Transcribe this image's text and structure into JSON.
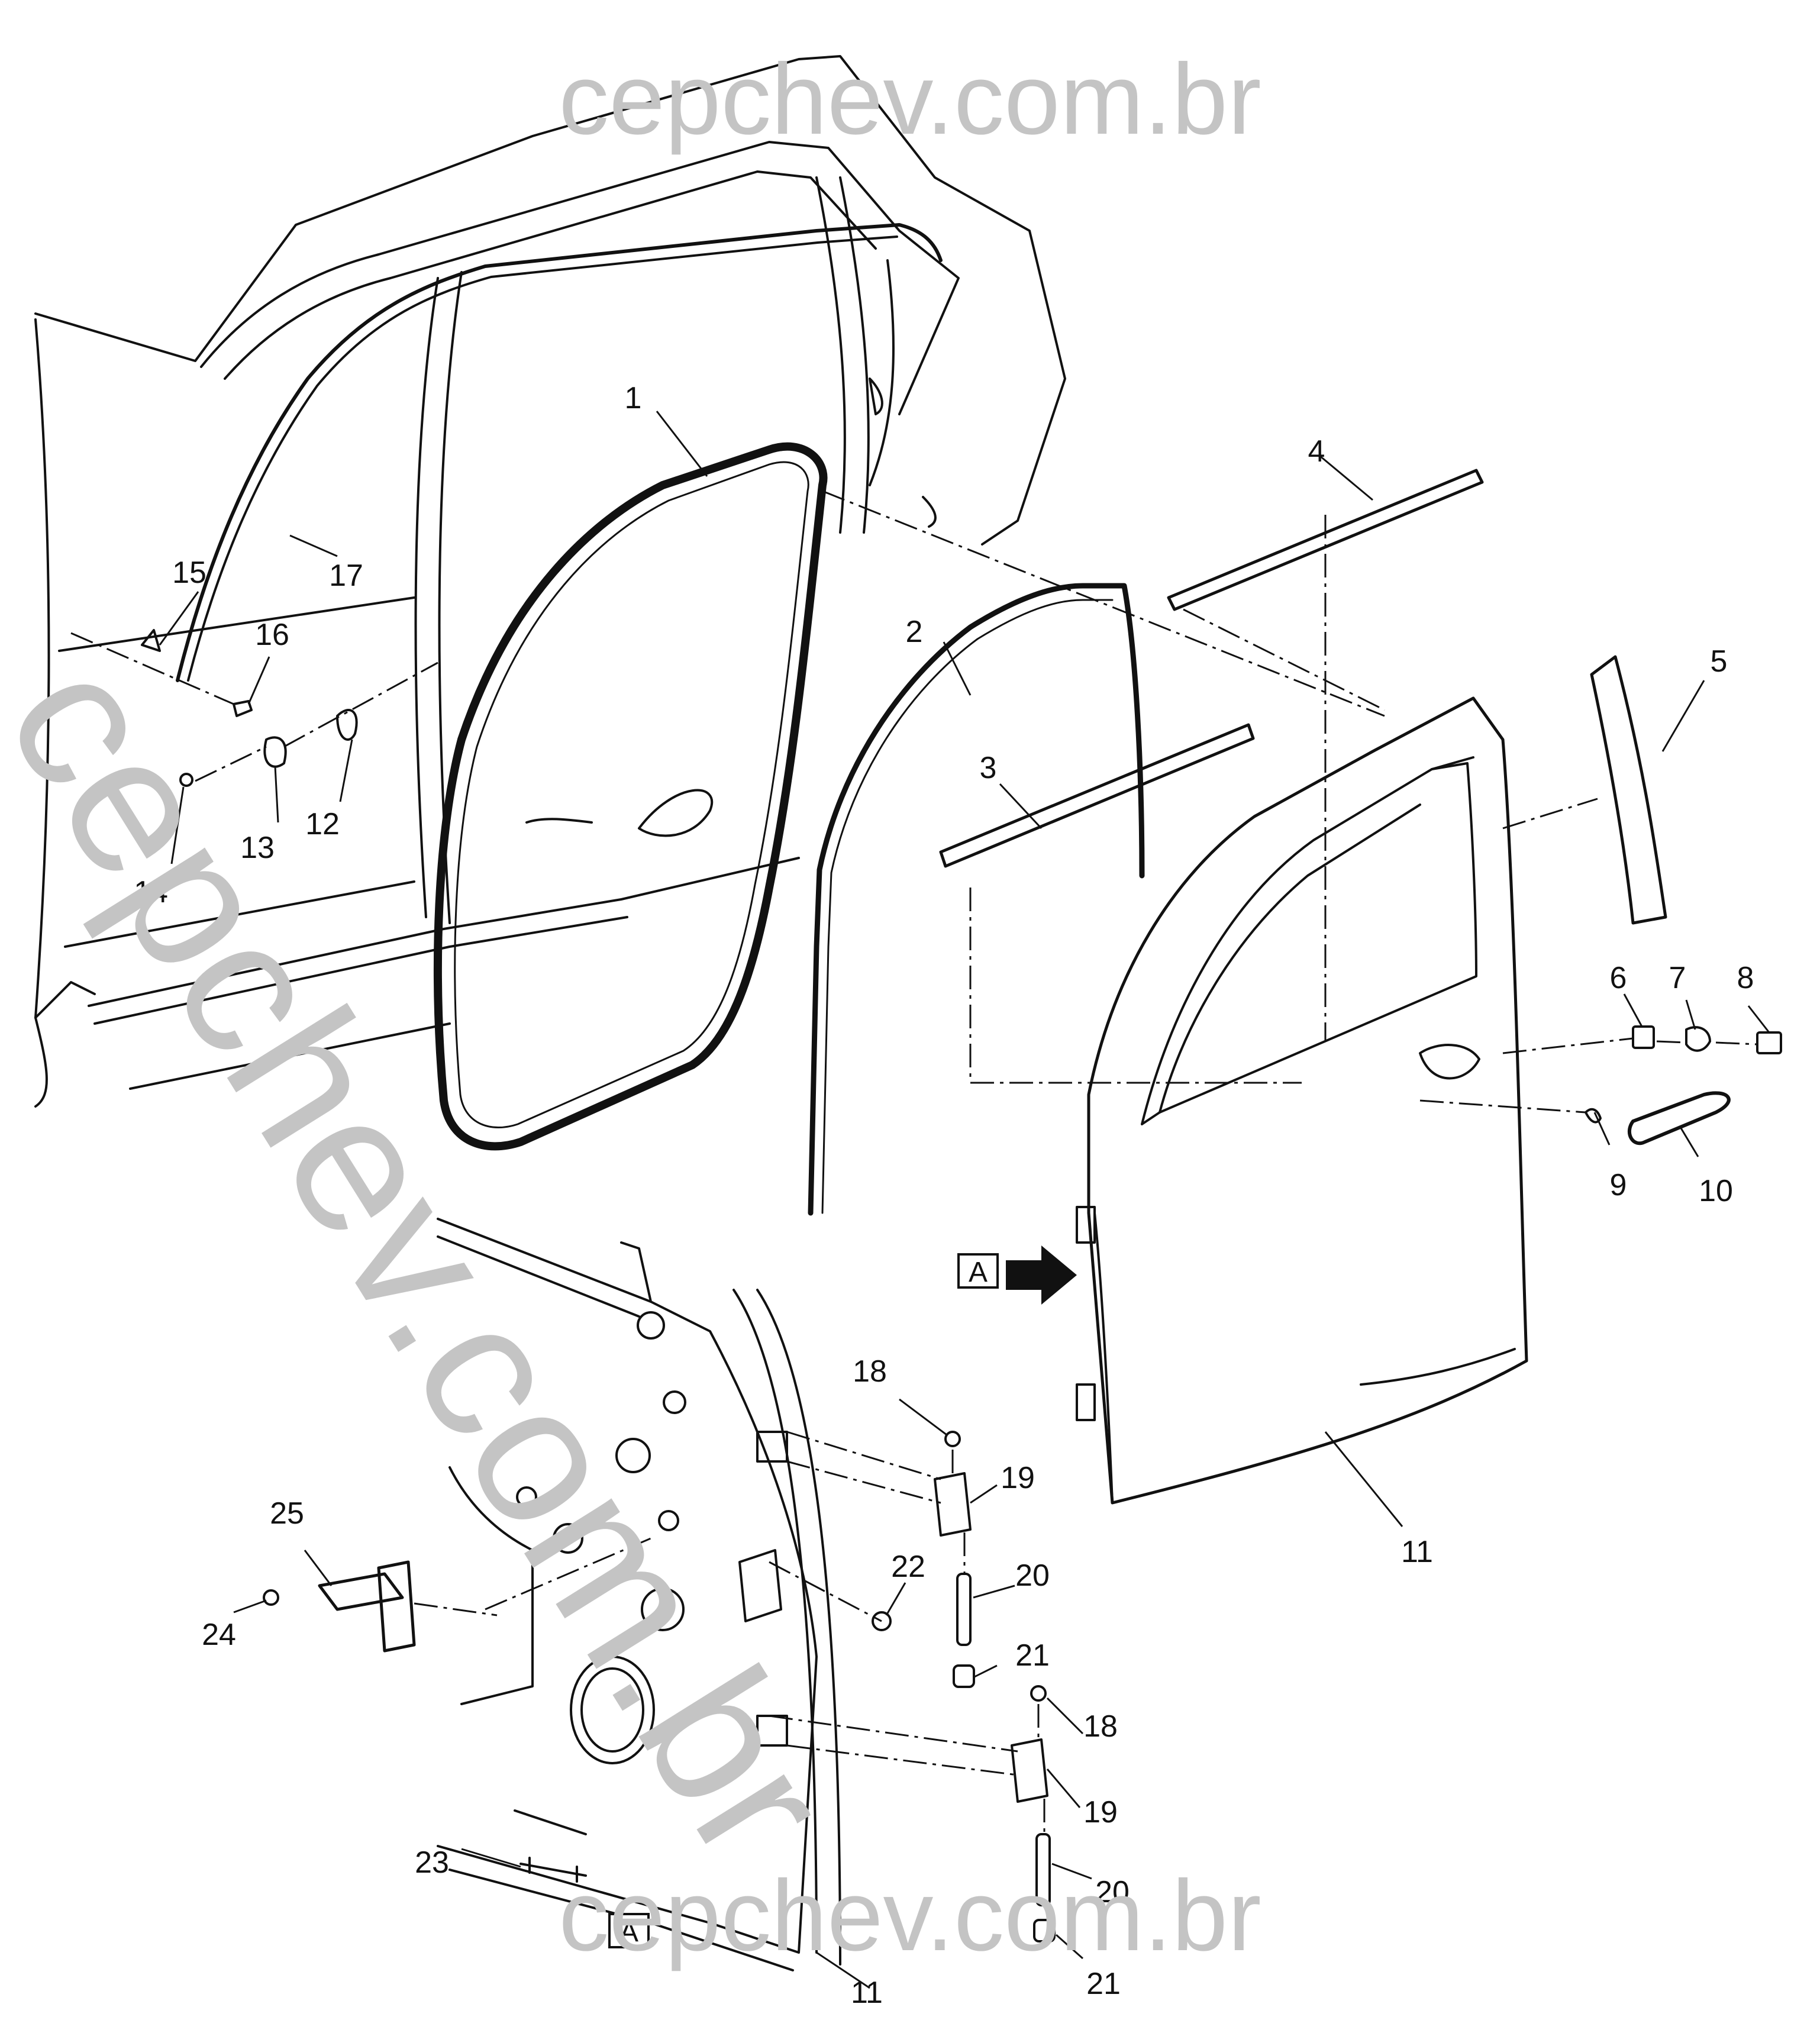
{
  "watermark": {
    "top": "cepchev.com.br",
    "diagonal": "cepchev.com.br",
    "bottom": "cepchev.com.br"
  },
  "view_tag": "A",
  "callouts": [
    {
      "n": "1"
    },
    {
      "n": "2"
    },
    {
      "n": "3"
    },
    {
      "n": "4"
    },
    {
      "n": "5"
    },
    {
      "n": "6"
    },
    {
      "n": "7"
    },
    {
      "n": "8"
    },
    {
      "n": "9"
    },
    {
      "n": "10"
    },
    {
      "n": "11"
    },
    {
      "n": "11"
    },
    {
      "n": "12"
    },
    {
      "n": "13"
    },
    {
      "n": "14"
    },
    {
      "n": "15"
    },
    {
      "n": "16"
    },
    {
      "n": "17"
    },
    {
      "n": "18"
    },
    {
      "n": "18"
    },
    {
      "n": "19"
    },
    {
      "n": "19"
    },
    {
      "n": "20"
    },
    {
      "n": "20"
    },
    {
      "n": "21"
    },
    {
      "n": "21"
    },
    {
      "n": "22"
    },
    {
      "n": "23"
    },
    {
      "n": "24"
    },
    {
      "n": "25"
    }
  ],
  "colors": {
    "line": "#111111",
    "watermark": "#c4c4c4",
    "background": "#ffffff"
  }
}
